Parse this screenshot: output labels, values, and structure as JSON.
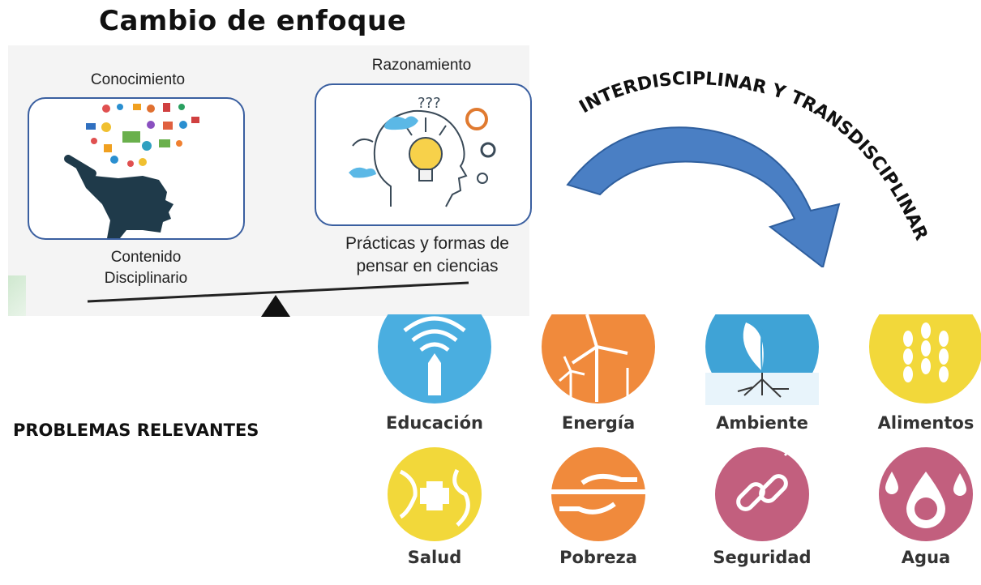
{
  "title": "Cambio de enfoque",
  "left_panel": {
    "heading": "Conocimiento",
    "caption_line1": "Contenido",
    "caption_line2": "Disciplinario"
  },
  "right_panel": {
    "heading": "Razonamiento",
    "caption_line1": "Prácticas y formas de",
    "caption_line2": "pensar en ciencias"
  },
  "arrow_label": "INTERDISCIPLINAR Y TRANSDISCIPLINAR",
  "problems_label": "PROBLEMAS RELEVANTES",
  "topics": [
    {
      "label": "Educación",
      "color": "#4aaee0",
      "icon": "pencil-wifi-icon"
    },
    {
      "label": "Energía",
      "color": "#f08a3c",
      "icon": "wind-turbine-icon"
    },
    {
      "label": "Ambiente",
      "color": "#3fa3d6",
      "icon": "plant-roots-icon"
    },
    {
      "label": "Alimentos",
      "color": "#f2d83a",
      "icon": "wheat-icon"
    },
    {
      "label": "Salud",
      "color": "#f2d83a",
      "icon": "globe-cross-icon"
    },
    {
      "label": "Pobreza",
      "color": "#f08a3c",
      "icon": "helping-hands-icon"
    },
    {
      "label": "Seguridad",
      "color": "#c25f7e",
      "icon": "chain-link-icon"
    },
    {
      "label": "Agua",
      "color": "#c25f7e",
      "icon": "water-drop-globe-icon"
    }
  ],
  "colors": {
    "arrow": "#4a7fc4",
    "panel_border": "#3a5fa0",
    "head_silhouette": "#1f3a4a"
  }
}
